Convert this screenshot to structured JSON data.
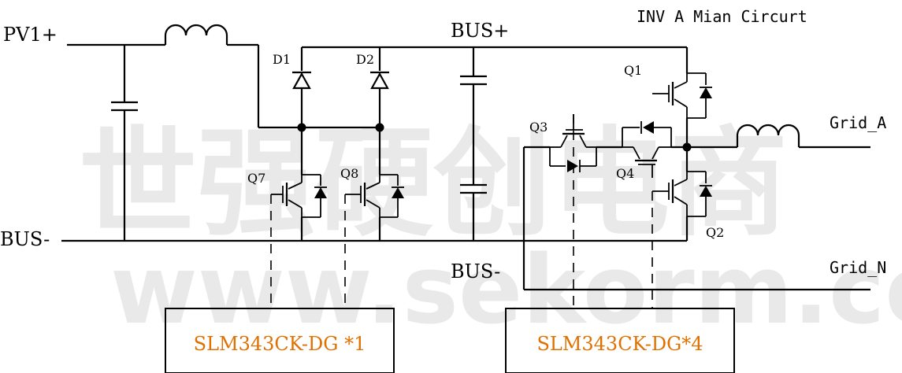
{
  "title": "INV A Mian Circurt",
  "labels": {
    "pv1_plus": "PV1+",
    "bus_plus": "BUS+",
    "bus_minus_left": "BUS-",
    "bus_minus_mid": "BUS-",
    "grid_a": "Grid_A",
    "grid_n": "Grid_N"
  },
  "components": {
    "d1": "D1",
    "d2": "D2",
    "q1": "Q1",
    "q2": "Q2",
    "q3": "Q3",
    "q4": "Q4",
    "q7": "Q7",
    "q8": "Q8"
  },
  "drivers": {
    "left": "SLM343CK-DG *1",
    "right": "SLM343CK-DG*4"
  },
  "watermark": {
    "cn": "世强硬创电商",
    "url": "www.sekorm.com"
  },
  "colors": {
    "driver_text": "#e07000",
    "wire": "#000000",
    "watermark": "#e9e9e9"
  }
}
